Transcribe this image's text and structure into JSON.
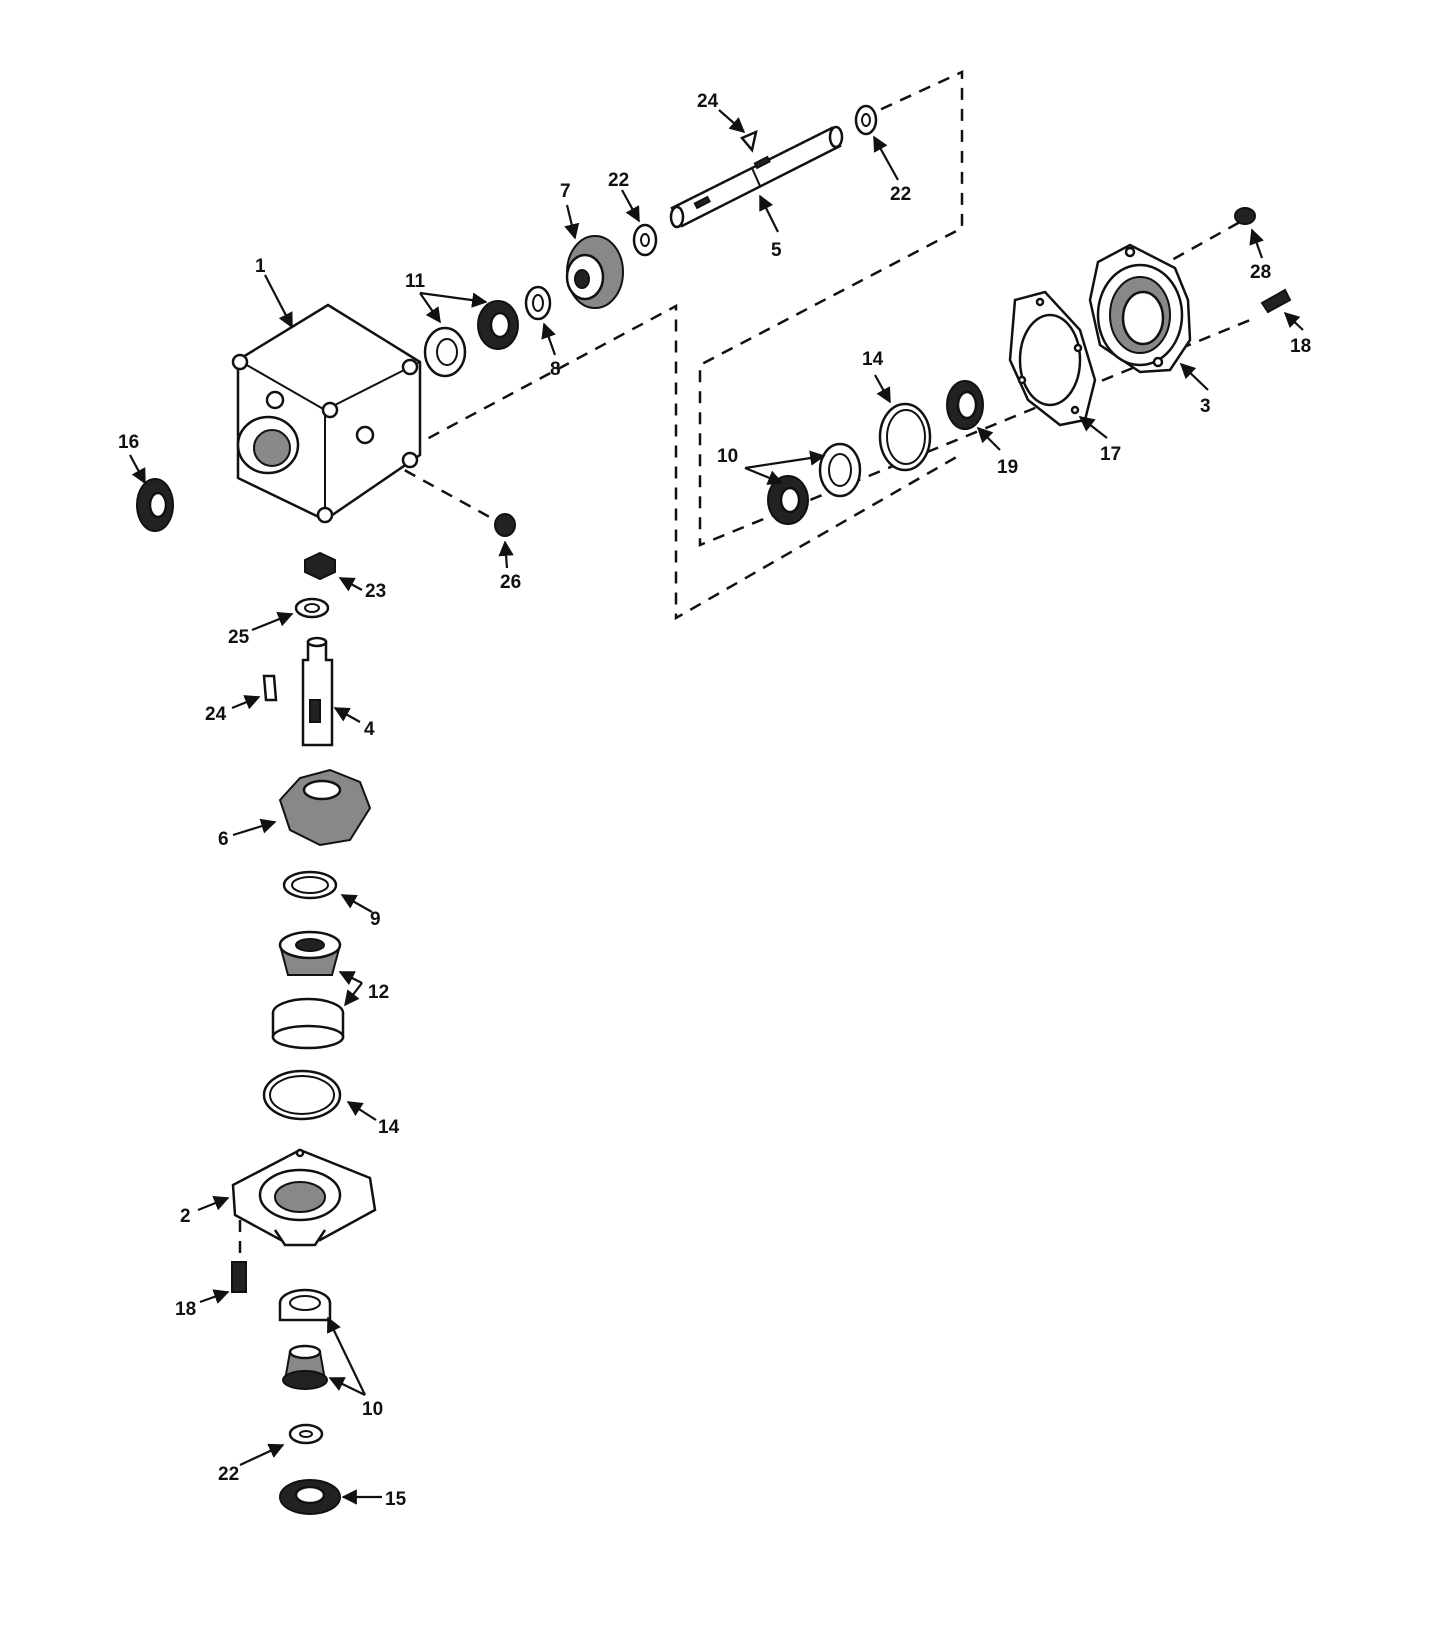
{
  "callouts": {
    "c1": "1",
    "c2": "2",
    "c3": "3",
    "c4": "4",
    "c5": "5",
    "c6": "6",
    "c7": "7",
    "c8": "8",
    "c9": "9",
    "c10_right": "10",
    "c10_bottom": "10",
    "c11": "11",
    "c12": "12",
    "c14_right": "14",
    "c14_left": "14",
    "c15": "15",
    "c16": "16",
    "c17": "17",
    "c18_right": "18",
    "c18_left": "18",
    "c19": "19",
    "c22_top": "22",
    "c22_upper_right": "22",
    "c22_bottom": "22",
    "c23": "23",
    "c24_top": "24",
    "c24_left": "24",
    "c25": "25",
    "c26": "26",
    "c28": "28"
  }
}
